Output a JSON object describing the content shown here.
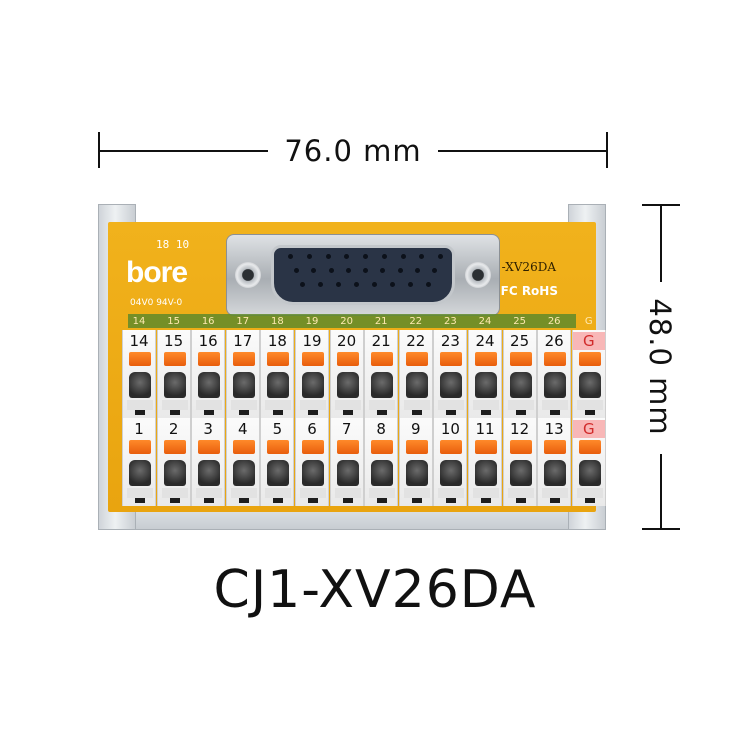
{
  "dimensions": {
    "width_label": "76.0 mm",
    "height_label": "48.0 mm"
  },
  "product": {
    "model": "CJ1-XV26DA"
  },
  "pcb": {
    "brand": "bore",
    "date_code": "18 10",
    "model": "CJ1-XV26DA",
    "rating": "04V0 94V-0",
    "marks": "CE FC RoHS",
    "pcb_numbers": [
      "14",
      "15",
      "16",
      "17",
      "18",
      "19",
      "20",
      "21",
      "22",
      "23",
      "24",
      "25",
      "26",
      "G"
    ]
  },
  "terminals": {
    "top_row": [
      "14",
      "15",
      "16",
      "17",
      "18",
      "19",
      "20",
      "21",
      "22",
      "23",
      "24",
      "25",
      "26",
      "G"
    ],
    "bottom_row": [
      "1",
      "2",
      "3",
      "4",
      "5",
      "6",
      "7",
      "8",
      "9",
      "10",
      "11",
      "12",
      "13",
      "G"
    ]
  },
  "colors": {
    "pcb": "#f1b21c",
    "lever": "#ff7a1a",
    "ground_label": "#f8b7b7",
    "ground_text": "#d12a2a",
    "rail": "#d9dde1"
  }
}
